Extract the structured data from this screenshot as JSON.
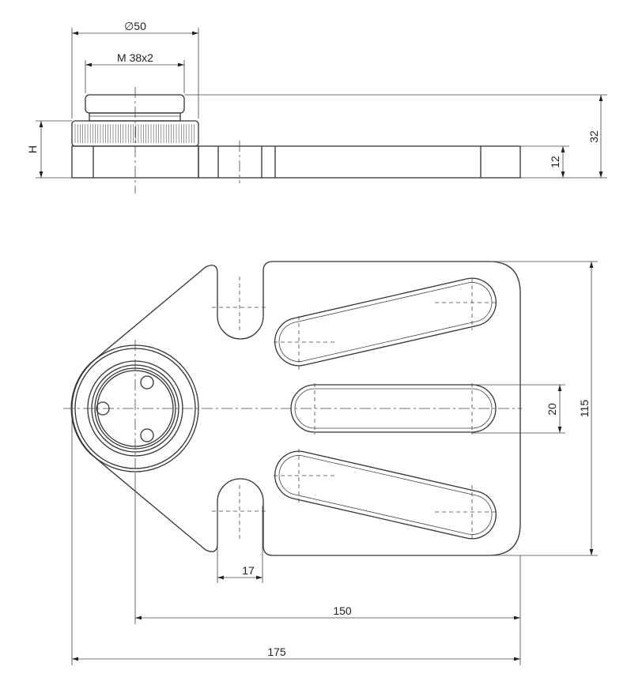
{
  "dimensions": {
    "diameter": "∅50",
    "thread": "M 38x2",
    "height_var": "H",
    "total_height": "32",
    "plate_thickness": "12",
    "slot_width": "20",
    "plate_height": "115",
    "notch_width": "17",
    "center_to_edge": "150",
    "overall_length": "175"
  }
}
